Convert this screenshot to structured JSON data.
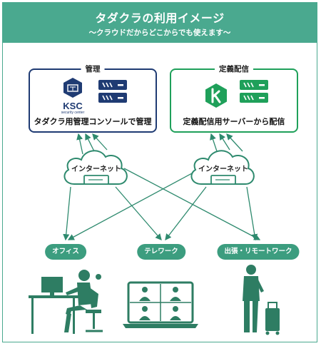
{
  "header": {
    "title": "タダクラの利用イメージ",
    "subtitle": "～クラウドだからどこからでも使えます～"
  },
  "management": {
    "title": "管理",
    "caption": "タダクラ用管理コンソールで管理",
    "logo_text": "KSC",
    "logo_subtext": "security center"
  },
  "distribution": {
    "title": "定義配信",
    "caption": "定義配信用サーバーから配信"
  },
  "clouds": [
    {
      "label": "インターネット"
    },
    {
      "label": "インターネット"
    }
  ],
  "endpoints": [
    {
      "label": "オフィス"
    },
    {
      "label": "テレワーク"
    },
    {
      "label": "出張・リモートワーク"
    }
  ],
  "colors": {
    "teal": "#4aa98f",
    "navy": "#1f3b73",
    "green": "#1fa05a",
    "figure": "#2e7d63"
  }
}
